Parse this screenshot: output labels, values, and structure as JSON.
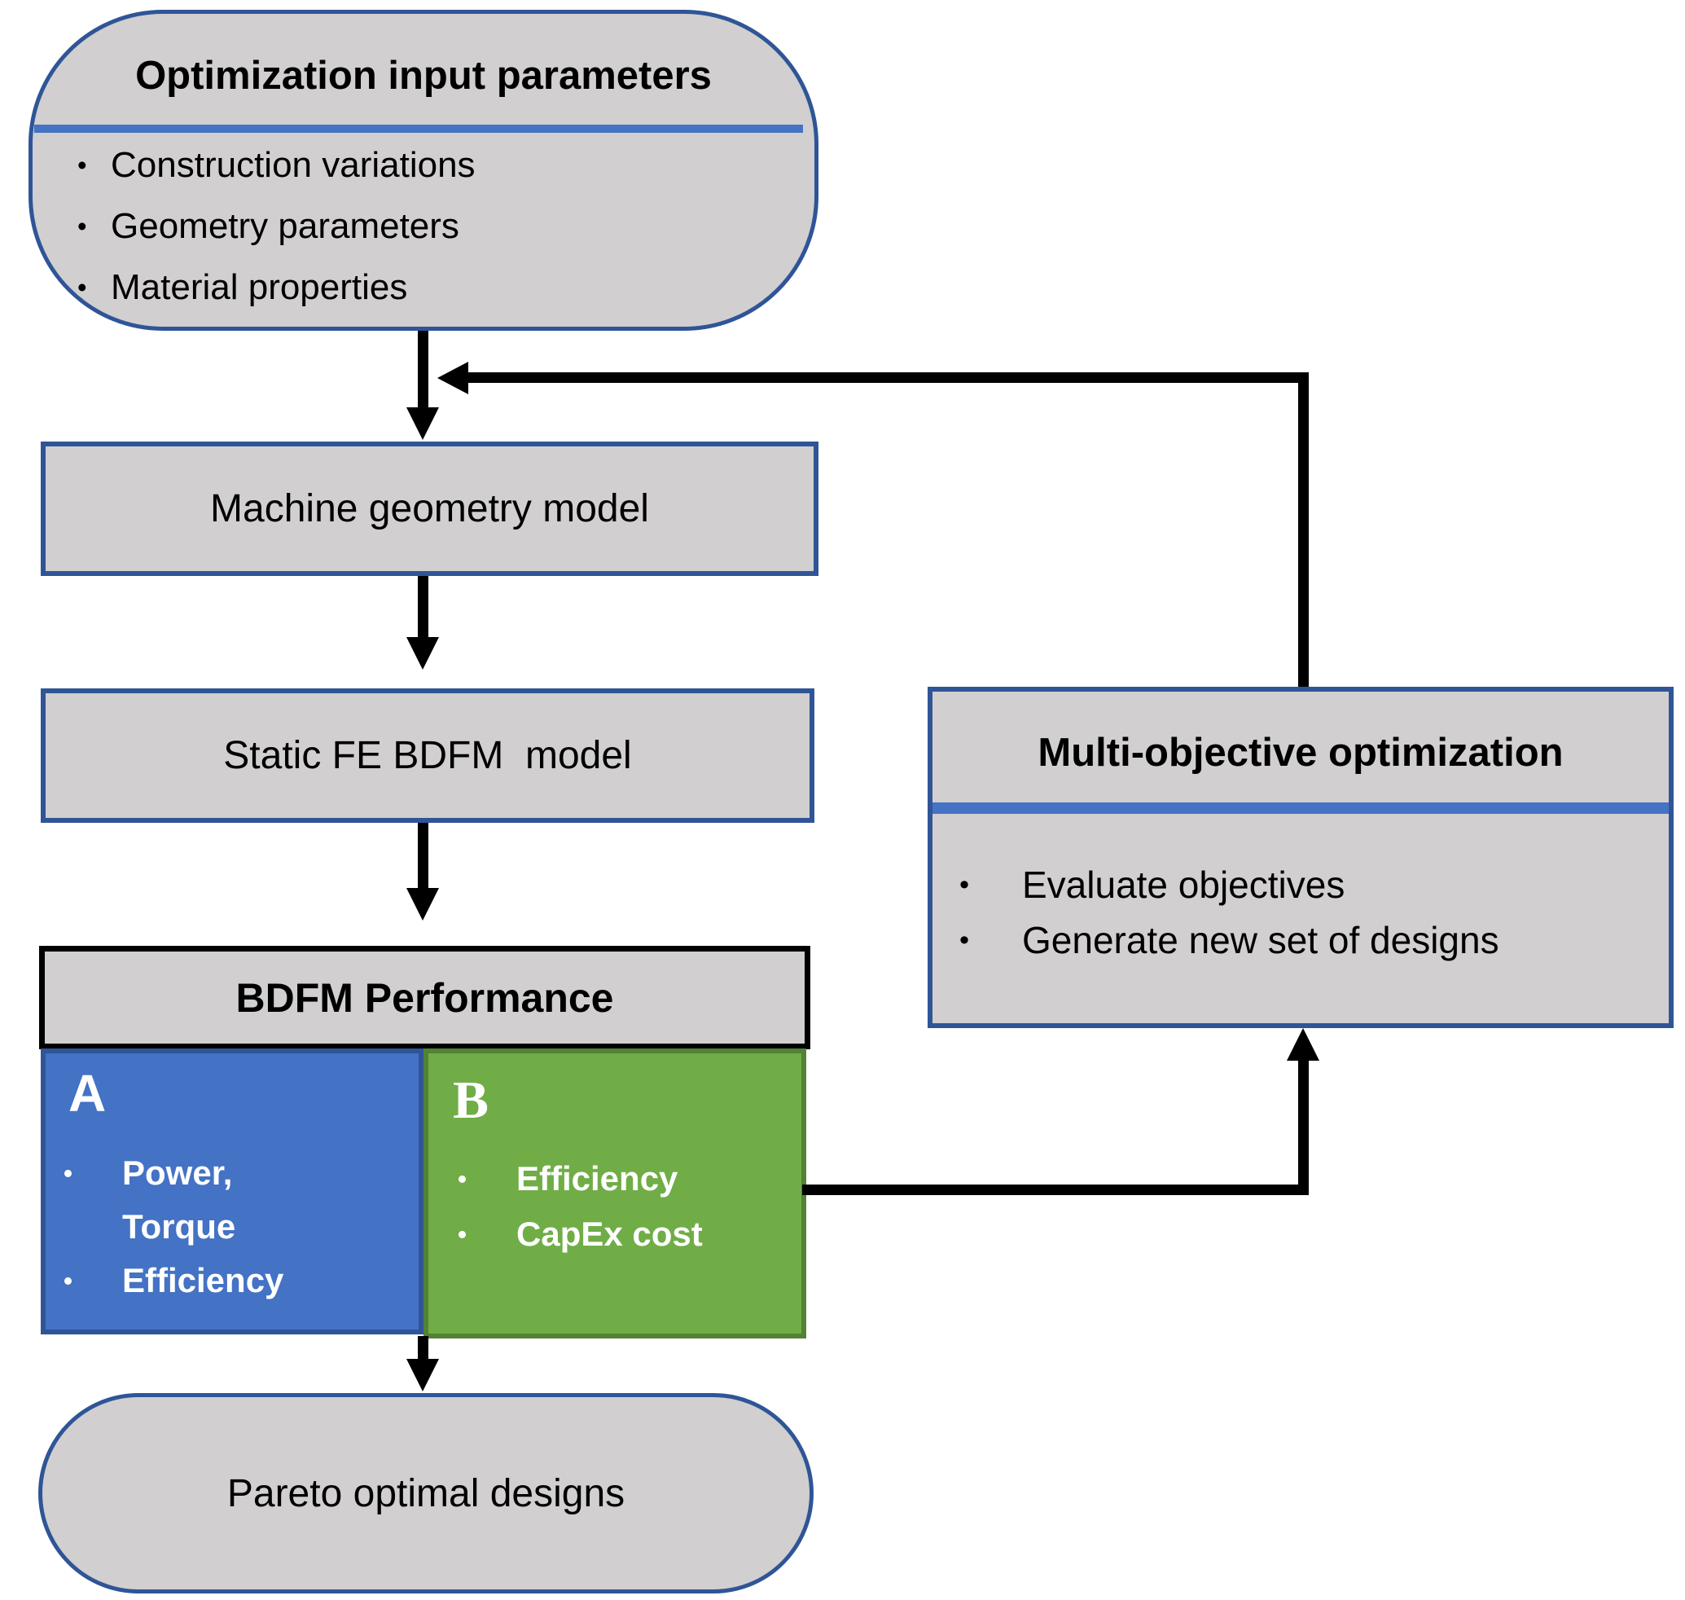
{
  "colors": {
    "box_fill": "#D1CFCF",
    "box_border": "#2F5597",
    "divider_blue": "#4472C4",
    "branch_a_fill": "#4472C4",
    "branch_a_border": "#2F5597",
    "branch_b_fill": "#70AD47",
    "branch_b_border": "#538135",
    "header_border": "#000000",
    "arrow": "#000000"
  },
  "nodes": {
    "input": {
      "title": "Optimization input parameters",
      "bullets": [
        "Construction variations",
        "Geometry parameters",
        "Material properties"
      ]
    },
    "machine_geometry": {
      "label": "Machine geometry model"
    },
    "static_fe": {
      "label": "Static FE BDFM  model"
    },
    "performance": {
      "label": "BDFM Performance"
    },
    "branch_a": {
      "letter": "A",
      "items": [
        {
          "text": "Power,",
          "bullet": true
        },
        {
          "text": "Torque",
          "bullet": false
        },
        {
          "text": "Efficiency",
          "bullet": true
        }
      ]
    },
    "branch_b": {
      "letter": "B",
      "items": [
        {
          "text": "Efficiency",
          "bullet": true
        },
        {
          "text": "CapEx cost",
          "bullet": true
        }
      ]
    },
    "multi_objective": {
      "title": "Multi-objective optimization",
      "bullets": [
        "Evaluate objectives",
        "Generate new set of designs"
      ]
    },
    "pareto": {
      "label": "Pareto optimal designs"
    }
  },
  "edges": [
    {
      "from": "optimization-input",
      "to": "machine-geometry-model"
    },
    {
      "from": "machine-geometry-model",
      "to": "static-fe-bdfm-model"
    },
    {
      "from": "static-fe-bdfm-model",
      "to": "bdfm-performance"
    },
    {
      "from": "bdfm-performance",
      "to": "pareto-optimal-designs"
    },
    {
      "from": "branch-b",
      "to": "multi-objective-optimization"
    },
    {
      "from": "multi-objective-optimization",
      "to": "optimization-input-arrow",
      "type": "feedback"
    }
  ]
}
